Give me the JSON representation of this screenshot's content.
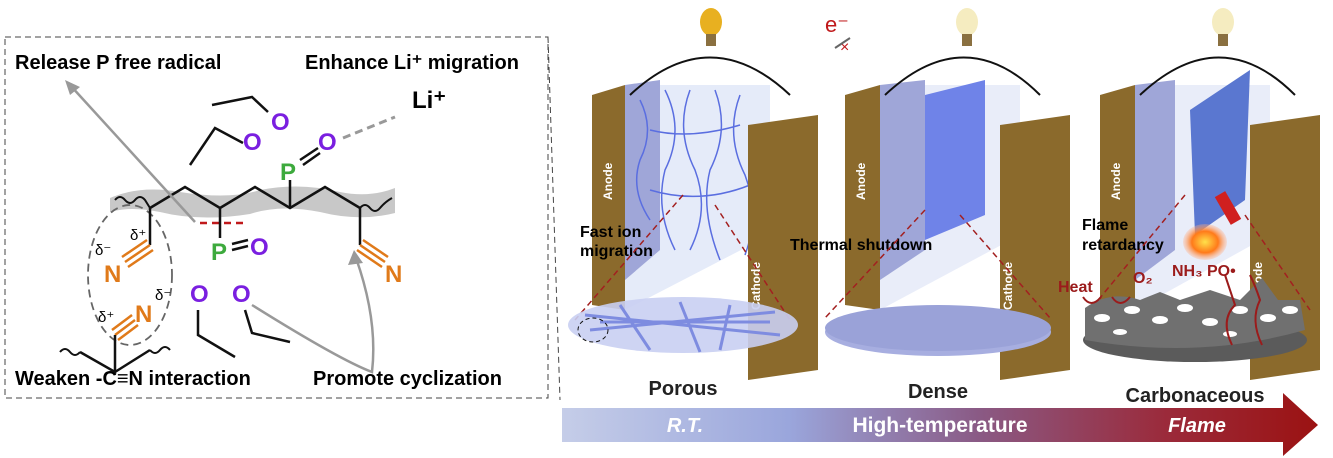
{
  "left_panel": {
    "release_label": "Release P free radical",
    "enhance_label": "Enhance Li⁺ migration",
    "li_ion": "Li⁺",
    "weaken_label": "Weaken -C≡N interaction",
    "promote_label": "Promote cyclization",
    "atoms": {
      "O": "O",
      "P": "P",
      "N": "N",
      "delta_plus": "δ⁺",
      "delta_minus": "δ⁻"
    }
  },
  "cells": [
    {
      "anode": "Anode",
      "cathode": "Cathode",
      "caption": [
        "Fast ion",
        "migration"
      ],
      "material": "Porous"
    },
    {
      "anode": "Anode",
      "cathode": "Cathode",
      "caption": [
        "Thermal shutdown"
      ],
      "material": "Dense",
      "electron": "e⁻",
      "blocked": "×"
    },
    {
      "anode": "Anode",
      "cathode": "Cathode",
      "caption": [
        "Flame",
        "retardancy"
      ],
      "material": "Carbonaceous",
      "heat": "Heat",
      "o2": "O₂",
      "gases": "NH₃ PO•"
    }
  ],
  "arrow": {
    "stages": [
      "R.T.",
      "High-temperature",
      "Flame"
    ]
  },
  "colors": {
    "oxygen": "#7a1fe0",
    "phosphorus": "#3daa3d",
    "nitrogen": "#e07a1a",
    "electrode": "#8b6a2c",
    "membrane": "#8f9ae0",
    "flame_red": "#9b1b1b"
  }
}
